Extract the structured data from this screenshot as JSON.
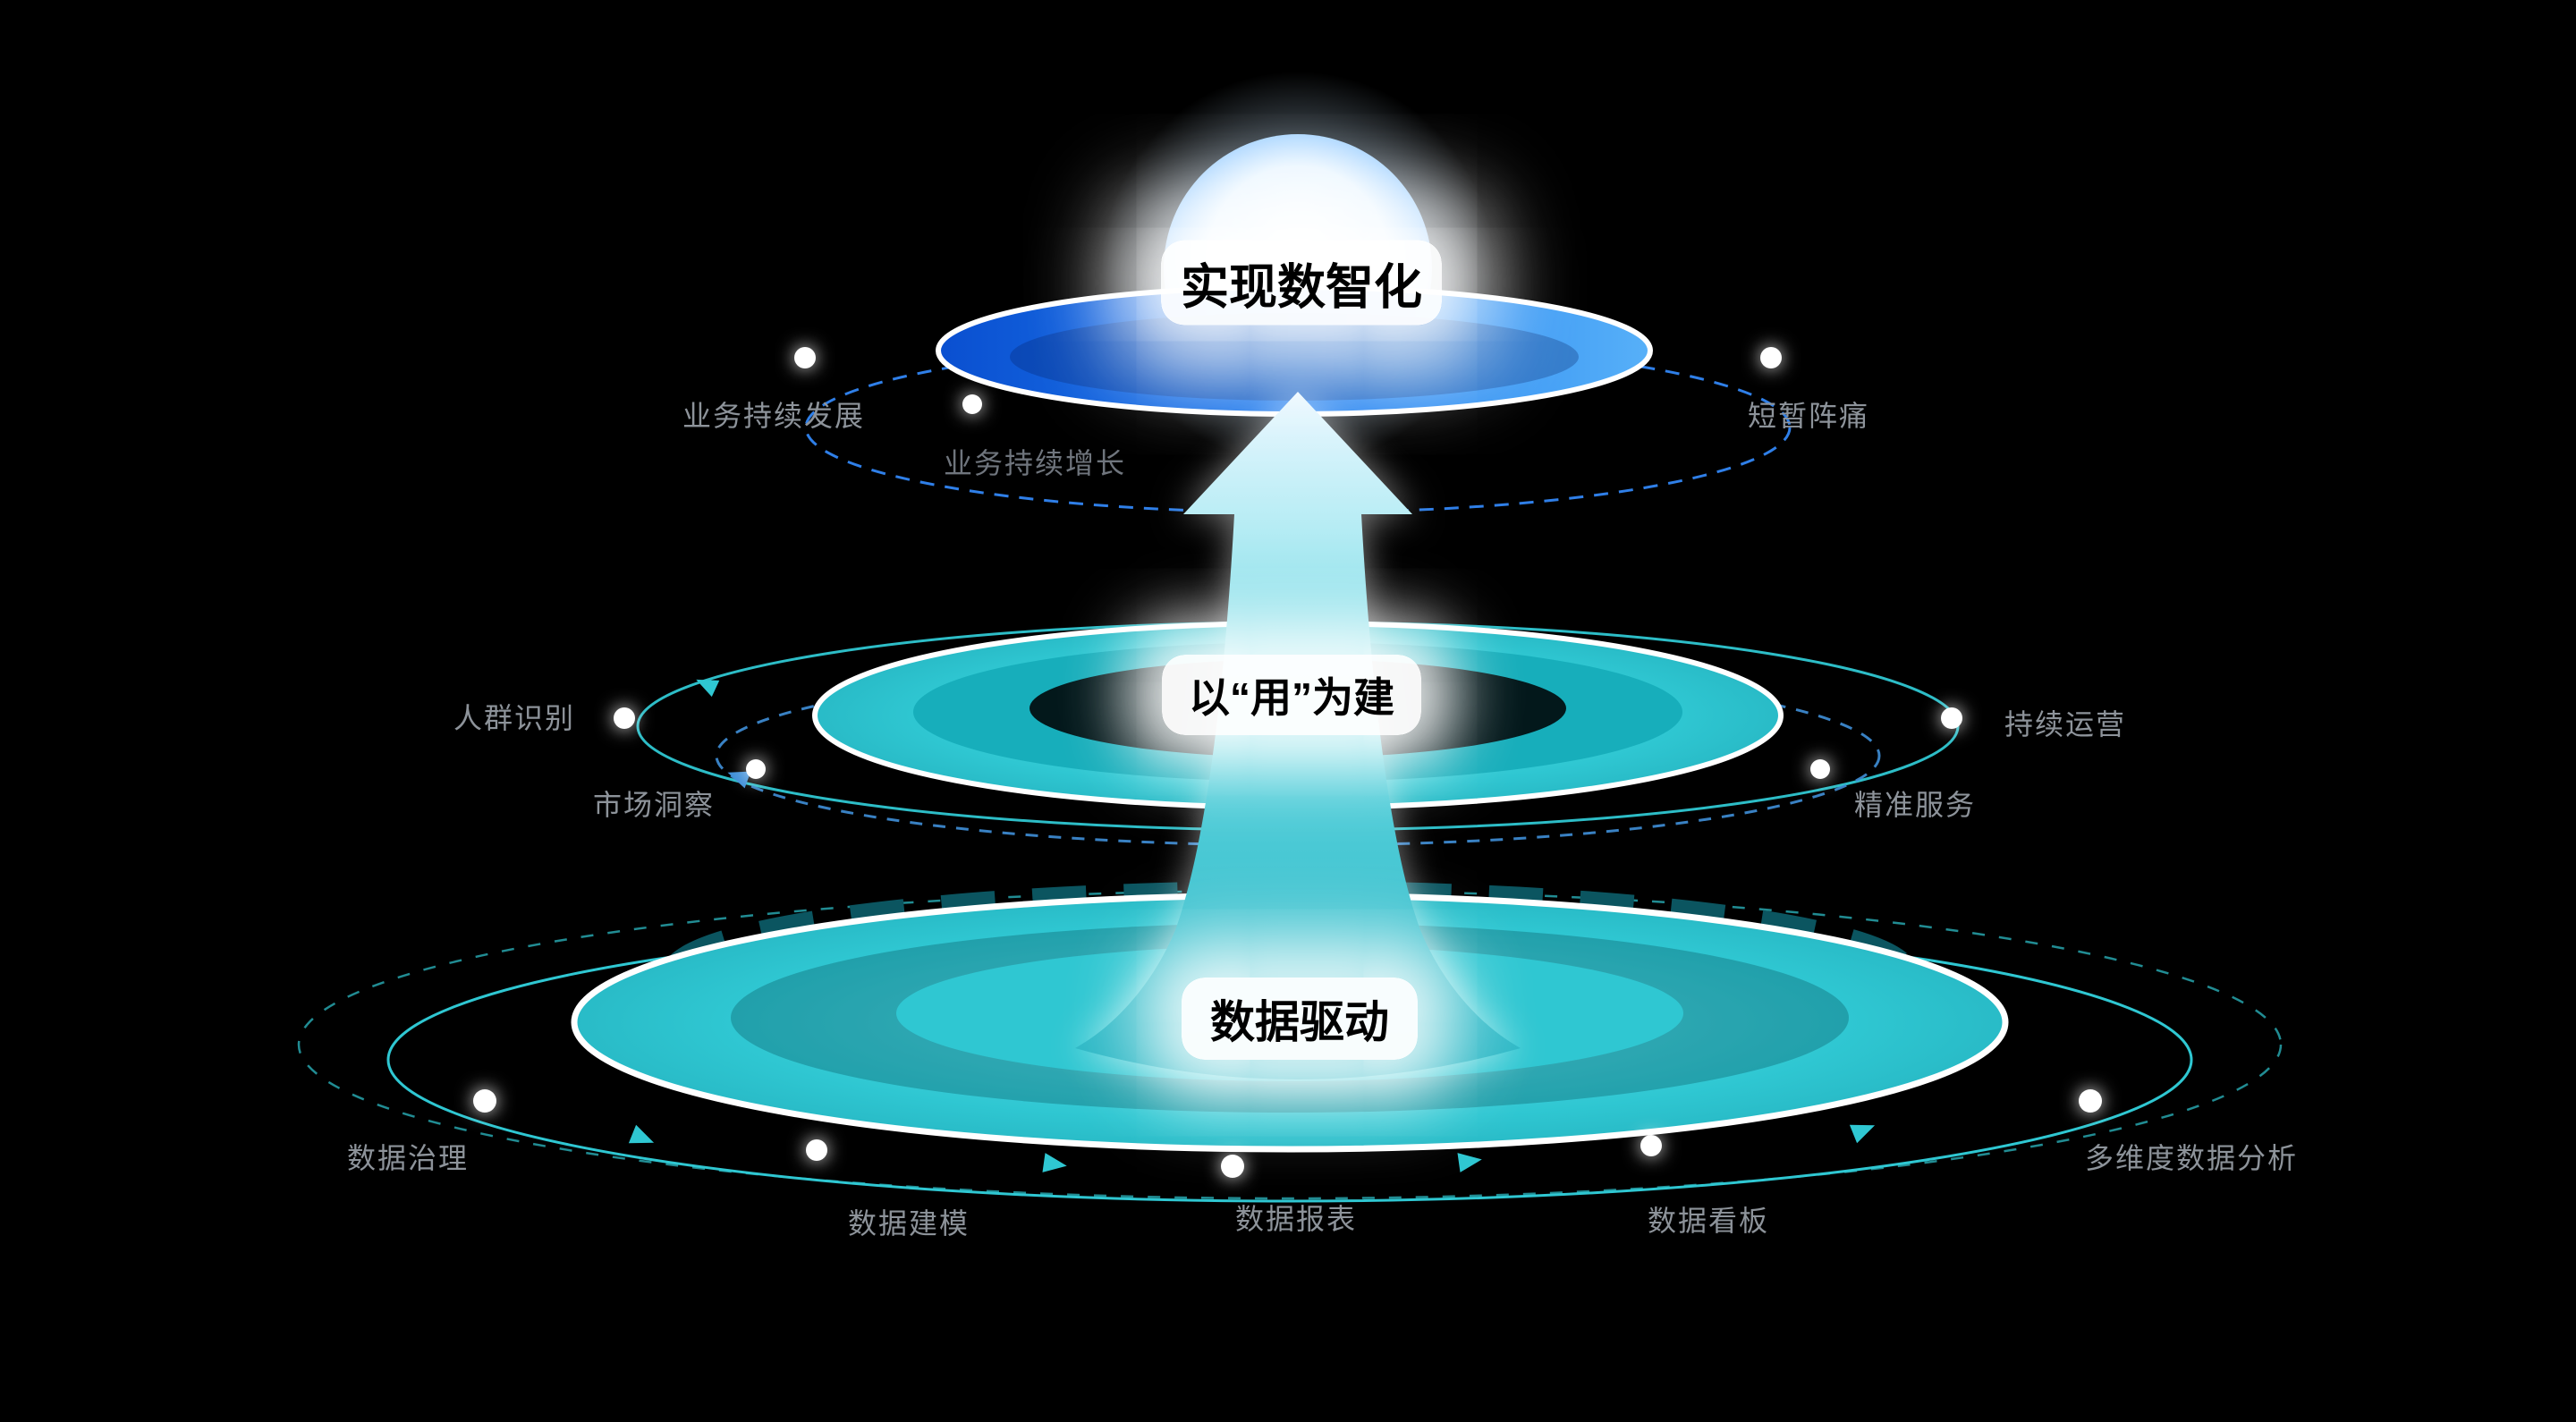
{
  "diagram": {
    "colors": {
      "background": "#000000",
      "teal": "#2fc7d2",
      "teal_dark": "#0b5560",
      "blue_ring": "#1e7df0",
      "dashed_blue": "#2f7fe8",
      "label_gray": "#8d939a",
      "title_text": "#000000",
      "glow": "#ffffff"
    },
    "tiers": {
      "top": {
        "title": "实现数智化",
        "labels": {
          "left": "业务持续发展",
          "left_lower": "业务持续增长",
          "right": "短暂阵痛"
        }
      },
      "middle": {
        "title": "以“用”为建",
        "labels": {
          "left": "人群识别",
          "left_lower": "市场洞察",
          "right": "持续运营",
          "right_lower": "精准服务"
        }
      },
      "bottom": {
        "title": "数据驱动",
        "labels": {
          "left": "数据治理",
          "bottom_left": "数据建模",
          "bottom_center": "数据报表",
          "bottom_right": "数据看板",
          "right": "多维度数据分析"
        }
      }
    }
  }
}
